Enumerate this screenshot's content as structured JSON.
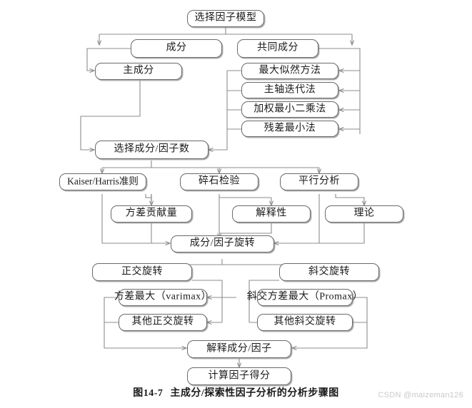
{
  "figure": {
    "caption_number": "图14-7",
    "caption_text": "主成分/探索性因子分析的分析步骤图",
    "watermark": "CSDN @maizeman126",
    "colors": {
      "box_border": "#6b6b6b",
      "box_fill": "#ffffff",
      "wire": "#8d8d8d",
      "text": "#1a1a1a",
      "watermark": "#c9c9c9"
    }
  },
  "nodes": {
    "select_factor_model": "选择因子模型",
    "components": "成分",
    "common_components": "共同成分",
    "principal_components": "主成分",
    "max_likelihood": "最大似然方法",
    "principal_axis": "主轴迭代法",
    "weighted_least_squares": "加权最小二乘法",
    "min_residual": "残差最小法",
    "select_number": "选择成分/因子数",
    "kaiser_harris": "Kaiser/Harris准则",
    "scree_test": "碎石检验",
    "parallel_analysis": "平行分析",
    "variance_contribution": "方差贡献量",
    "interpretability": "解释性",
    "theory": "理论",
    "rotation": "成分/因子旋转",
    "orthogonal_rotation": "正交旋转",
    "oblique_rotation": "斜交旋转",
    "varimax": "方差最大（varimax）",
    "other_orthogonal": "其他正交旋转",
    "promax": "斜交方差最大（Promax）",
    "other_oblique": "其他斜交旋转",
    "interpret": "解释成分/因子",
    "factor_scores": "计算因子得分"
  }
}
